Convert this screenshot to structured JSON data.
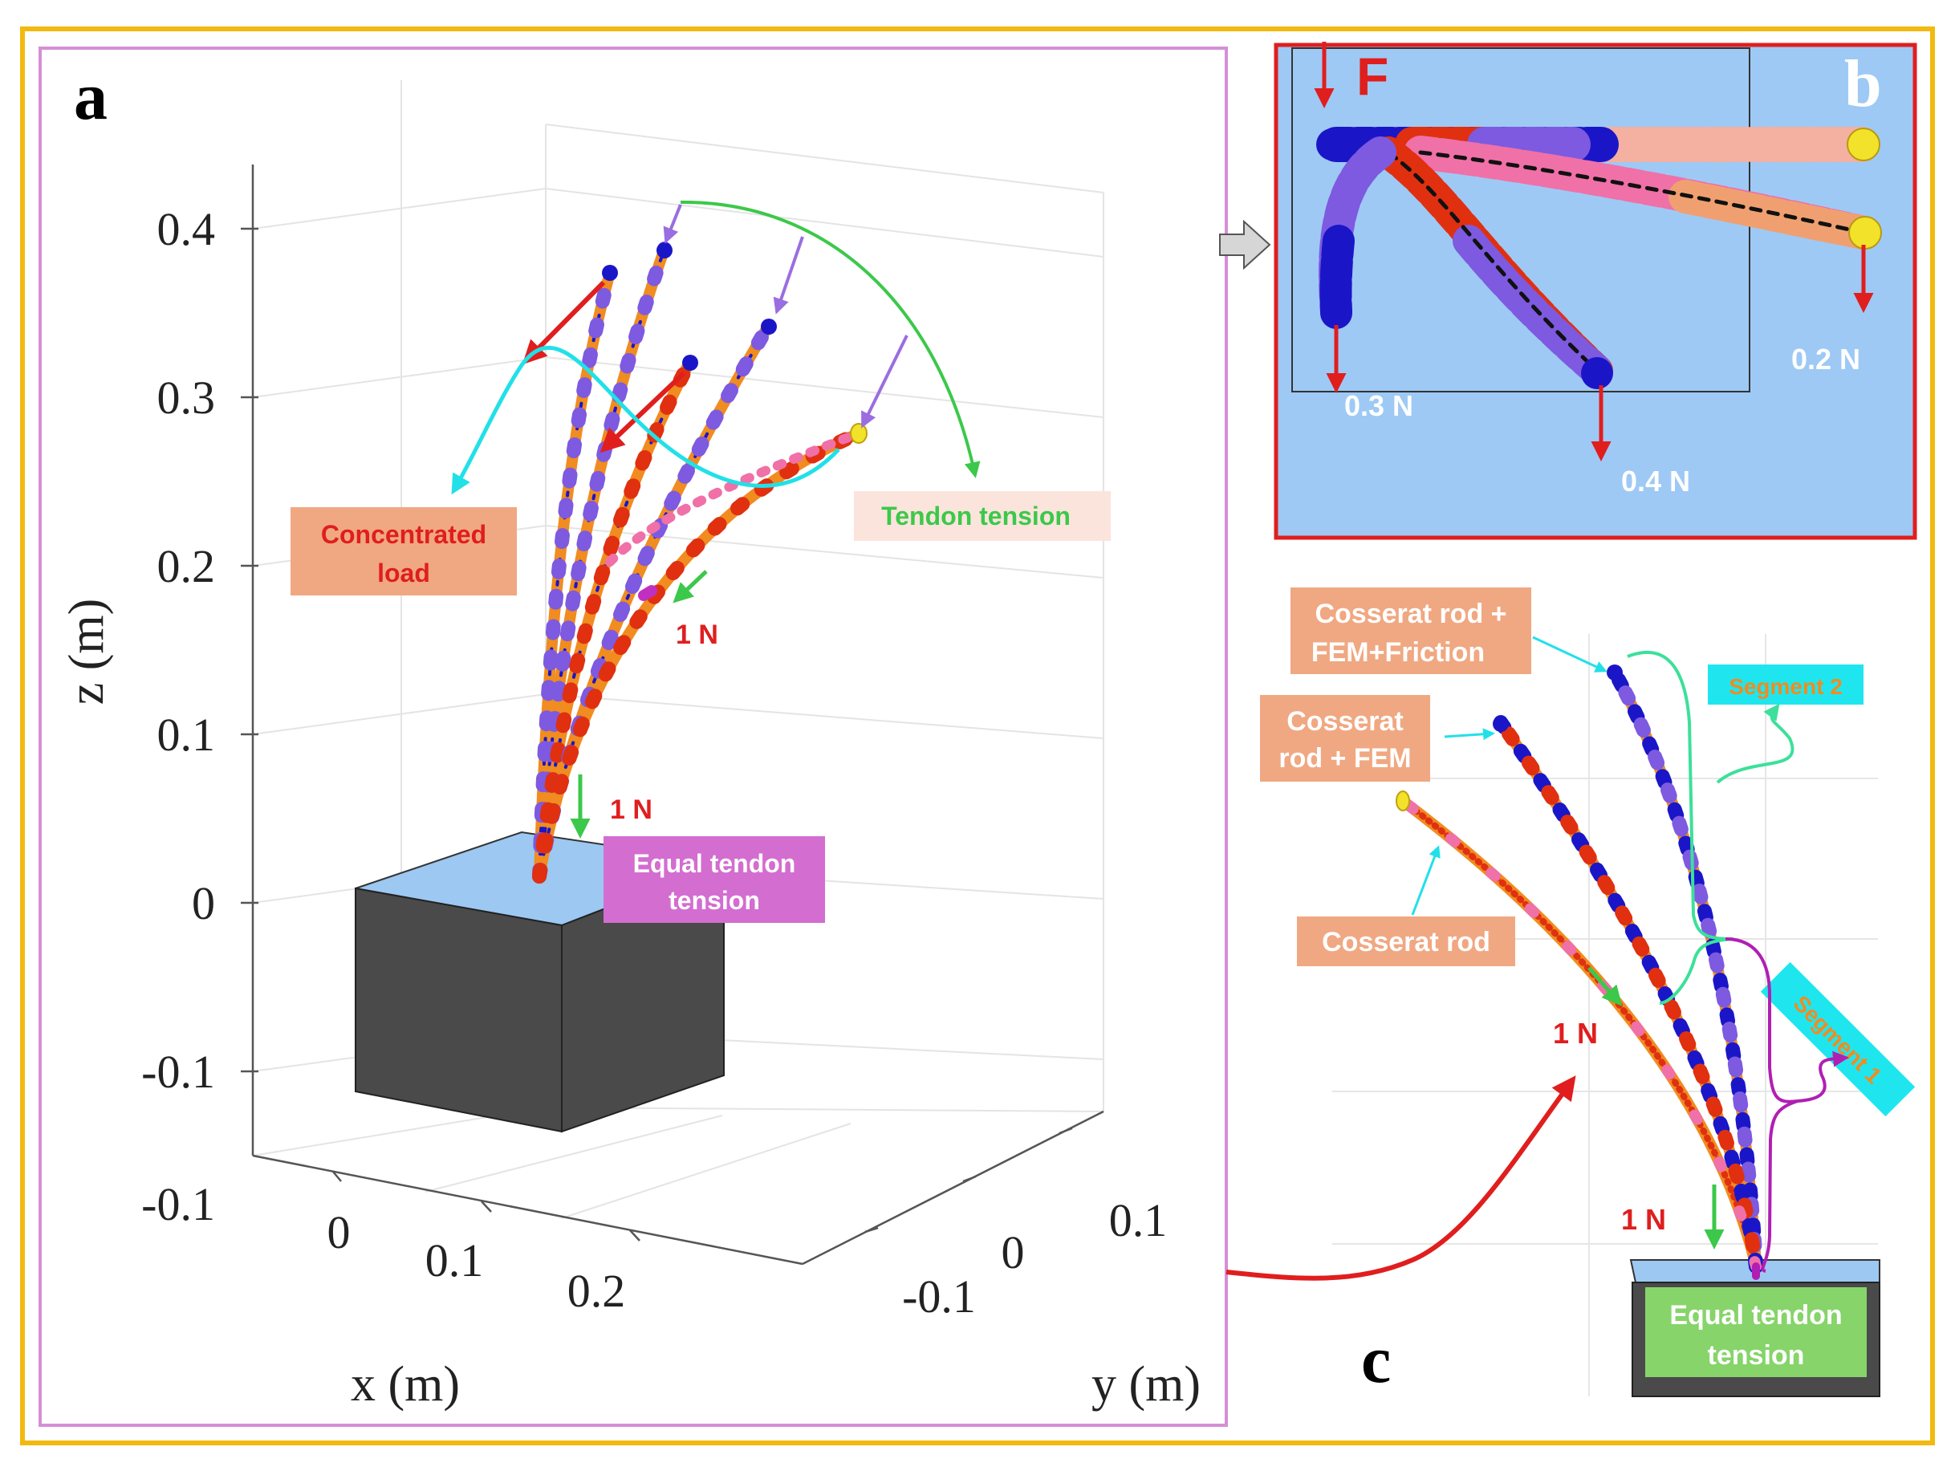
{
  "colors": {
    "outer_frame": "#f2b90f",
    "panel_a_frame": "#d58fd6",
    "panel_b_frame": "#e01e1e",
    "panel_b_bg": "#9ec9f5",
    "base_top": "#9cc8f2",
    "base_body": "#4a4a4a",
    "load_arrow": "#e01e1e",
    "tendon_arrow": "#9a6ee0",
    "green": "#3cc84a",
    "cyan": "#22e0e8",
    "magenta": "#b01fb3",
    "salmon_label": "#f0a882",
    "peach_label": "#fbe4dc",
    "violet_label": "#d36dd0",
    "green_label": "#86d46a",
    "cyan_label": "#1fe6ee",
    "rod_blue": "#1a16c8",
    "rod_purple": "#7d5ae0",
    "rod_red": "#e03010",
    "rod_orange": "#f08c20",
    "rod_pink": "#f070a8",
    "rod_yellow": "#f2e22a"
  },
  "panel_a": {
    "letter": "a",
    "xlabel": "x (m)",
    "ylabel": "y (m)",
    "zlabel": "z (m)",
    "z_ticks": [
      "0.4",
      "0.3",
      "0.2",
      "0.1",
      "0",
      "-0.1",
      "-0.1"
    ],
    "x_ticks": [
      "0",
      "0.1",
      "0.2"
    ],
    "y_ticks": [
      "0.1",
      "0",
      "-0.1"
    ],
    "load_label": [
      "Concentrated",
      "load"
    ],
    "tendon_label": "Tendon tension",
    "equal_label": [
      "Equal tendon",
      "tension"
    ],
    "force_upper": "1 N",
    "force_lower": "1 N"
  },
  "panel_b": {
    "letter": "b",
    "force_symbol": "F",
    "loads": [
      "0.3 N",
      "0.4 N",
      "0.2  N"
    ]
  },
  "panel_c": {
    "letter": "c",
    "label_friction": [
      "Cosserat rod +",
      "FEM+Friction"
    ],
    "label_fem": [
      "Cosserat",
      "rod + FEM"
    ],
    "label_rod": "Cosserat rod",
    "segment2": "Segment 2",
    "segment1": "Segment 1",
    "force_upper": "1 N",
    "force_lower": "1 N",
    "equal_label": [
      "Equal tendon",
      "tension"
    ]
  }
}
